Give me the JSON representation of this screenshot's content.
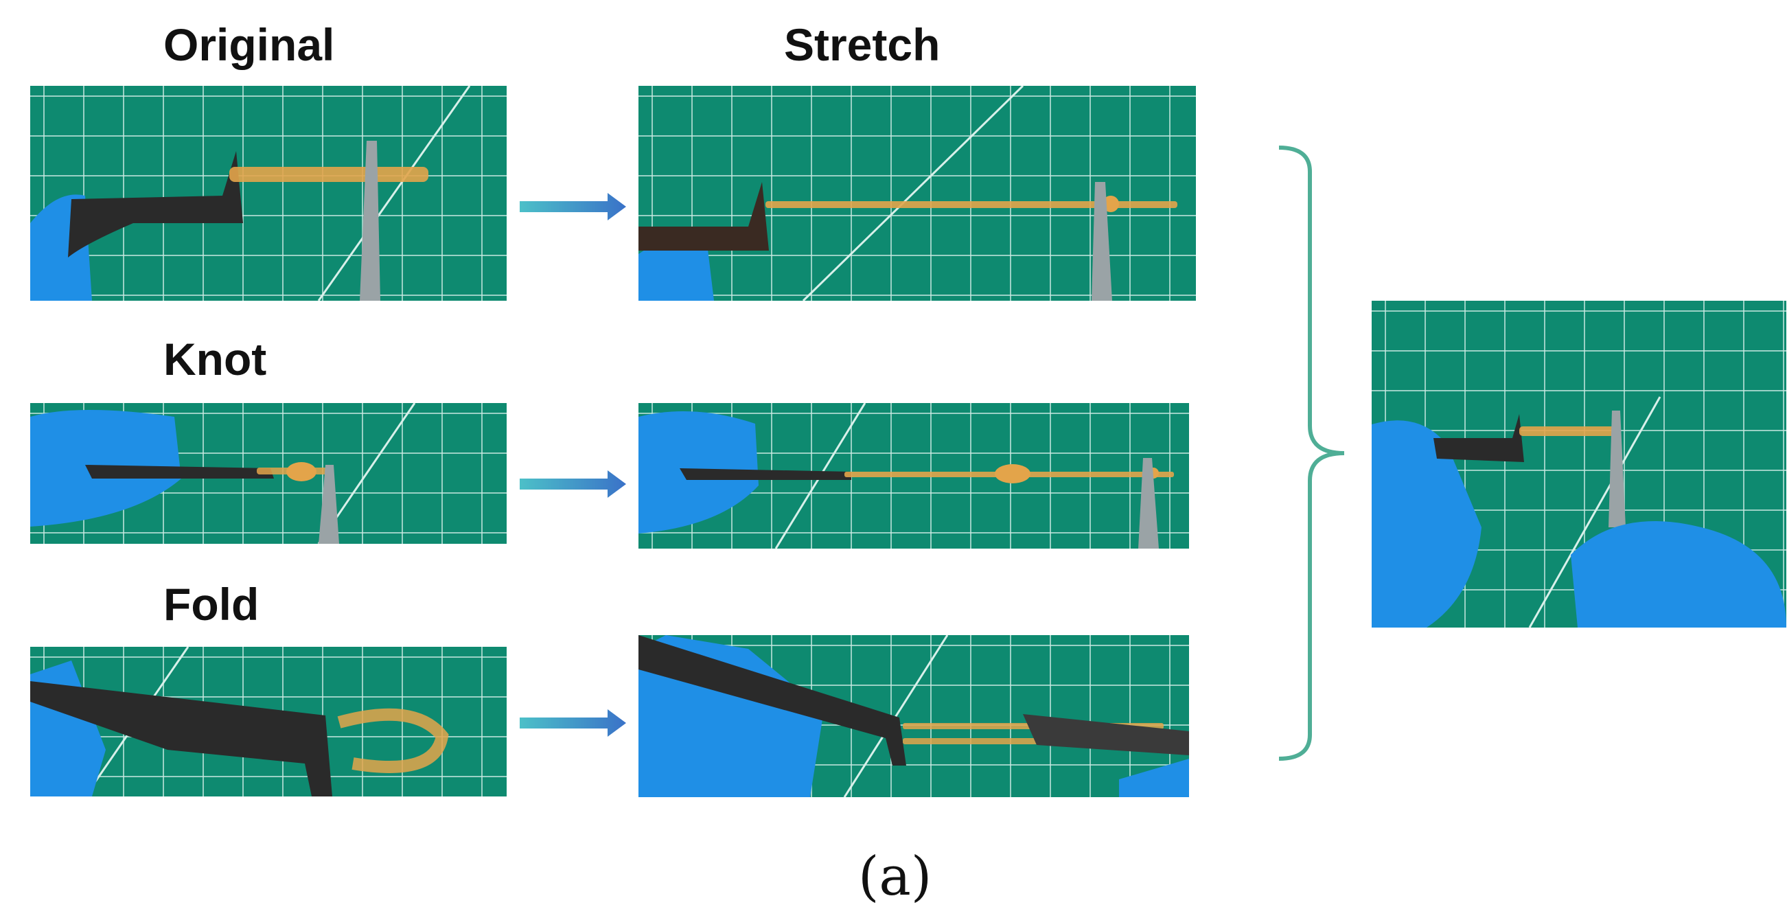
{
  "labels": {
    "original": "Original",
    "stretch": "Stretch",
    "knot": "Knot",
    "fold": "Fold"
  },
  "caption": "(a)",
  "colors": {
    "grid_background": "#0e8a70",
    "grid_line": "#c9e9e2",
    "glove": "#1f8fe6",
    "tweezers": "#2a2a2a",
    "sample": "#e3a44a",
    "arrow_start": "#4cc0c8",
    "arrow_end": "#3a72c8",
    "brace": "#4fae96"
  },
  "icons": {
    "arrow": "right-arrow-icon",
    "brace": "right-curly-brace"
  }
}
